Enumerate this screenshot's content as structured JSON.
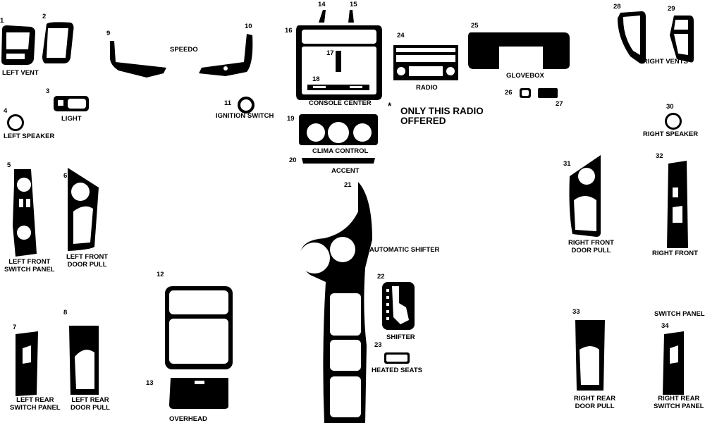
{
  "title": "Dash kit parts diagram",
  "part_numbers": [
    "1",
    "2",
    "3",
    "4",
    "5",
    "6",
    "7",
    "8",
    "9",
    "10",
    "11",
    "12",
    "13",
    "14",
    "15",
    "16",
    "17",
    "18",
    "19",
    "20",
    "21",
    "22",
    "23",
    "24",
    "25",
    "26",
    "27",
    "28",
    "29",
    "30",
    "31",
    "32",
    "33",
    "34"
  ],
  "labels": {
    "left_vent": "LEFT VENT",
    "speedo": "SPEEDO",
    "light": "LIGHT",
    "left_speaker": "LEFT SPEAKER",
    "ignition_switch": "IGNITION  SWITCH",
    "console_center": "CONSOLE CENTER",
    "radio": "RADIO",
    "glovebox": "GLOVEBOX",
    "note_star": "*",
    "note_line1": "ONLY THIS RADIO",
    "note_line2": "OFFERED",
    "right_vents": "RIGHT VENTS",
    "right_speaker": "RIGHT SPEAKER",
    "clima_control": "CLIMA CONTROL",
    "accent": "ACCENT",
    "automatic_shifter": "AUTOMATIC SHIFTER",
    "left_front_switch_panel_1": "LEFT FRONT",
    "left_front_switch_panel_2": "SWITCH PANEL",
    "left_front_door_pull_1": "LEFT FRONT",
    "left_front_door_pull_2": "DOOR PULL",
    "right_front_door_pull_1": "RIGHT FRONT",
    "right_front_door_pull_2": "DOOR PULL",
    "right_front": "RIGHT FRONT",
    "switch_panel": "SWITCH PANEL",
    "shifter": "SHIFTER",
    "heated_seats": "HEATED SEATS",
    "left_rear_switch_panel_1": "LEFT REAR",
    "left_rear_switch_panel_2": "SWITCH PANEL",
    "left_rear_door_pull_1": "LEFT REAR",
    "left_rear_door_pull_2": "DOOR PULL",
    "right_rear_door_pull_1": "RIGHT REAR",
    "right_rear_door_pull_2": "DOOR PULL",
    "right_rear_switch_panel_1": "RIGHT REAR",
    "right_rear_switch_panel_2": "SWITCH PANEL",
    "overhead": "OVERHEAD"
  },
  "colors": {
    "part": "#000000",
    "background": "#ffffff"
  }
}
